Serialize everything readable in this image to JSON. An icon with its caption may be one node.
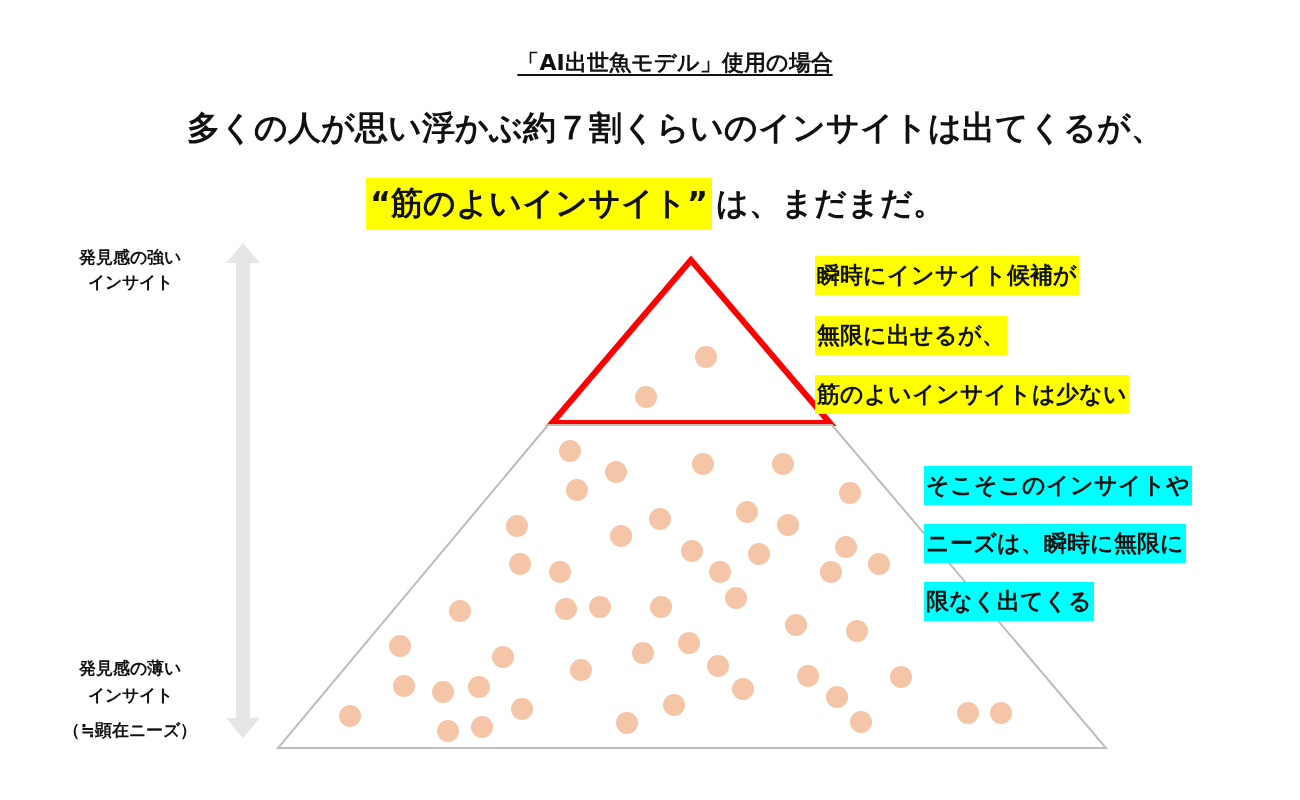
{
  "diagram": {
    "title": "「AI出世魚モデル」使用の場合",
    "nodes": [
      {
        "text": [],
        "shape": "triangle"
      },
      {
        "text": [],
        "shape": "trapezoid"
      }
    ],
    "edges": [],
    "labels": [
      "多くの人が思い浮かぶ約７割くらいのインサイトは出てくるが、",
      "“筋のよいインサイト”",
      "は、まだまだ。",
      "発見感の強いインサイト",
      "瞬時にインサイト候補が",
      "無限に出せるが、",
      "筋のよいインサイトは少ない",
      "そこそこのインサイトや",
      "ニーズは、瞬時に無限に",
      "限なく出てくる",
      "発見感の薄いインサイト",
      "（≒顕在ニーズ）"
    ]
  }
}
